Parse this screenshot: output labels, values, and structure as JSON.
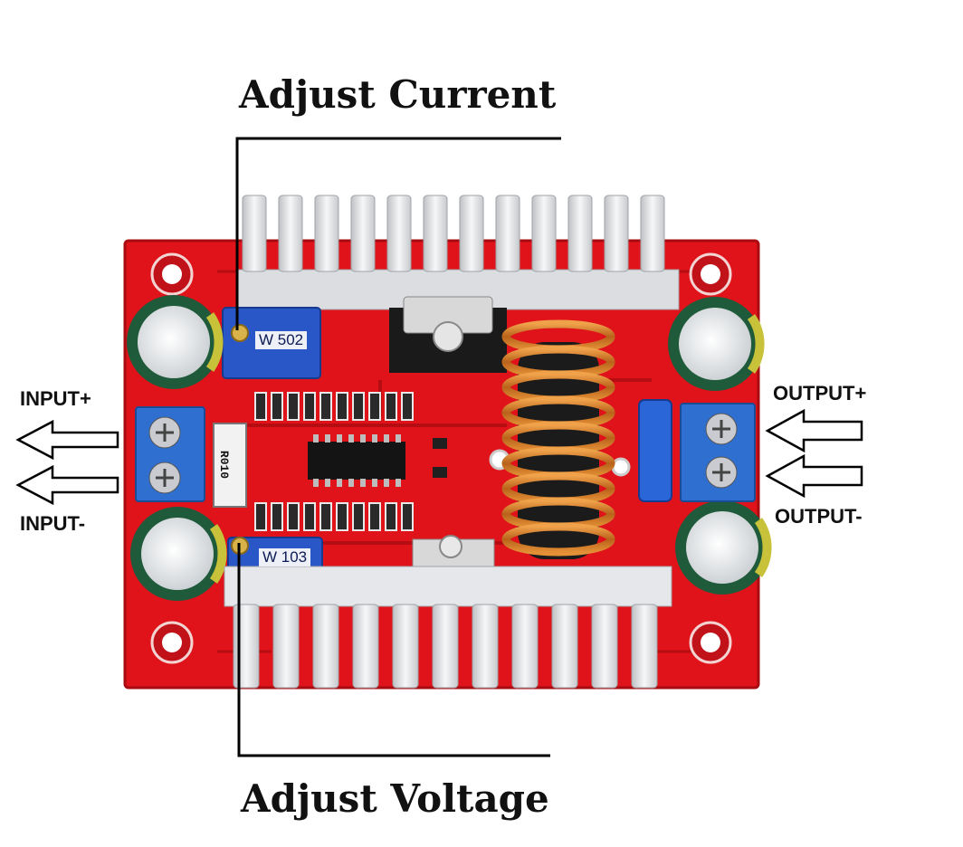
{
  "labels": {
    "adjust_current": "Adjust Current",
    "adjust_voltage": "Adjust Voltage",
    "input_plus": "INPUT+",
    "input_minus": "INPUT-",
    "output_plus": "OUTPUT+",
    "output_minus": "OUTPUT-"
  },
  "board": {
    "current_pot_code": "W 502",
    "voltage_pot_code": "W 103",
    "sense_resistor_code": "R010"
  },
  "colors": {
    "pcb": "#e0131a",
    "pcb_dark": "#b50d12",
    "heatsink": "#e9eaec",
    "pot_blue": "#2a57c8",
    "terminal_blue": "#2f6fd0",
    "cap_green": "#1f5a3a",
    "cap_band": "#c8c23a",
    "coil_copper": "#c9741f",
    "leader_line": "#000000"
  }
}
